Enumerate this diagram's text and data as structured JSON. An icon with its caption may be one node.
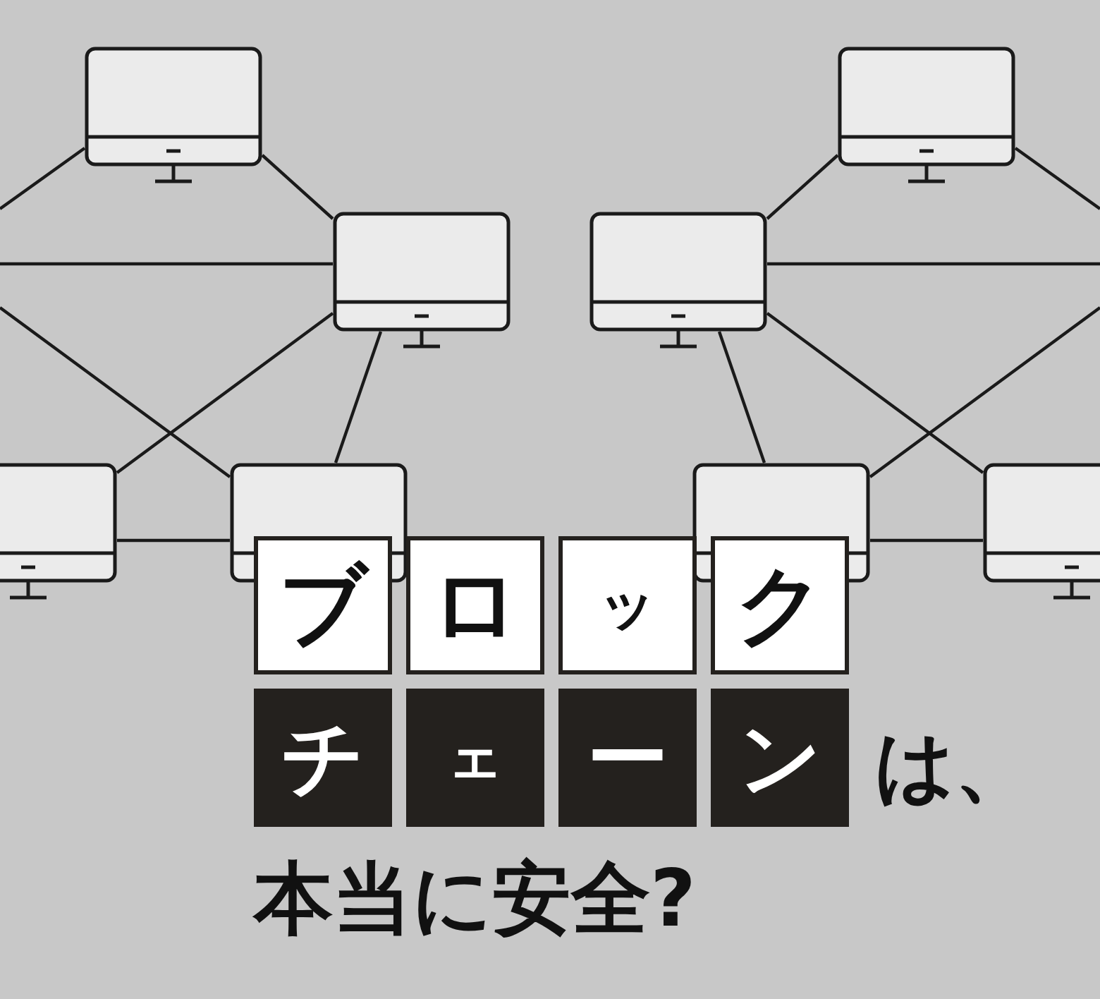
{
  "diagram": {
    "nodes": [
      {
        "text": [],
        "shape": "picture"
      },
      {
        "text": [],
        "shape": "picture"
      },
      {
        "text": [],
        "shape": "picture"
      },
      {
        "text": [],
        "shape": "picture"
      },
      {
        "text": [],
        "shape": "picture"
      },
      {
        "text": [],
        "shape": "picture"
      },
      {
        "text": [],
        "shape": "picture"
      },
      {
        "text": [],
        "shape": "picture"
      },
      {
        "text": [
          "ブ"
        ]
      },
      {
        "text": [
          "ロ"
        ]
      },
      {
        "text": [
          "ッ"
        ]
      },
      {
        "text": [
          "ク"
        ]
      },
      {
        "text": [
          "チ"
        ]
      },
      {
        "text": [
          "ェ"
        ]
      },
      {
        "text": [
          "ー"
        ]
      },
      {
        "text": [
          "ン"
        ]
      }
    ],
    "edges": [
      {
        "from": 0,
        "to": 1,
        "arrow": "none"
      },
      {
        "from": null,
        "to": 0,
        "arrow": "none"
      },
      {
        "from": null,
        "to": 1,
        "arrow": "none"
      },
      {
        "from": null,
        "to": 3,
        "arrow": "none"
      },
      {
        "from": 1,
        "to": 2,
        "arrow": "none"
      },
      {
        "from": 1,
        "to": 3,
        "arrow": "none"
      },
      {
        "from": 2,
        "to": 3,
        "arrow": "none"
      },
      {
        "from": 4,
        "to": 5,
        "arrow": "none"
      },
      {
        "from": 4,
        "to": null,
        "arrow": "none"
      },
      {
        "from": 5,
        "to": null,
        "arrow": "none"
      },
      {
        "from": null,
        "to": 6,
        "arrow": "none"
      },
      {
        "from": 5,
        "to": 7,
        "arrow": "none"
      },
      {
        "from": 5,
        "to": 6,
        "arrow": "none"
      },
      {
        "from": 6,
        "to": 7,
        "arrow": "none"
      }
    ],
    "labels": [
      "は、",
      "本当に安全?"
    ]
  }
}
